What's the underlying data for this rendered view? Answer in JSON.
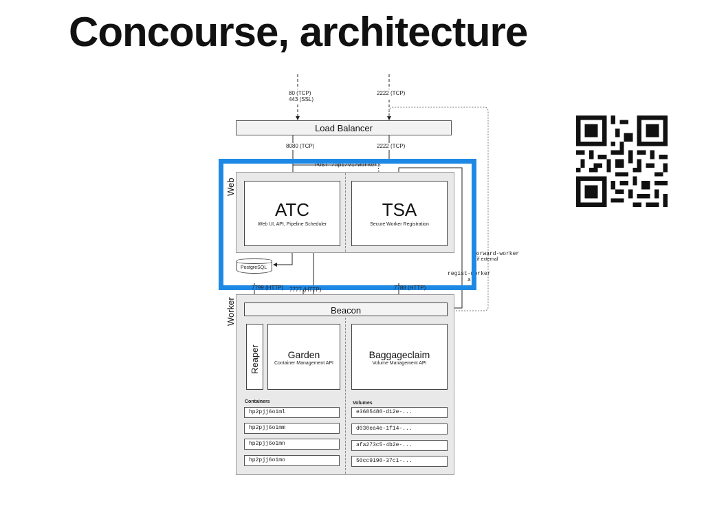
{
  "title": "Concourse, architecture",
  "ports": {
    "top_left": "80 (TCP)",
    "top_left2": "443 (SSL)",
    "top_right": "2222 (TCP)",
    "lb_left": "8080 (TCP)",
    "lb_right": "2222 (TCP)",
    "w_7799": "7799 (HTTP)",
    "w_7777": "7777 (HTTP)",
    "w_7788": "7788 (HTTP)"
  },
  "load_balancer": "Load Balancer",
  "post_label": "POST /api/v1/workers",
  "web": {
    "label": "Web",
    "atc": {
      "name": "ATC",
      "sub": "Web UI, API, Pipeline Scheduler"
    },
    "tsa": {
      "name": "TSA",
      "sub": "Secure Worker Registration"
    },
    "db": "PostgreSQL"
  },
  "side": {
    "forward": "forward-worker",
    "if_external": "if external",
    "register_a": "regist",
    "register_b": "-worker",
    "register_c": "al"
  },
  "worker": {
    "label": "Worker",
    "beacon": "Beacon",
    "reaper": "Reaper",
    "garden": {
      "name": "Garden",
      "sub": "Container Management API"
    },
    "baggageclaim": {
      "name": "Baggageclaim",
      "sub": "Volume Management API"
    },
    "containers_label": "Containers",
    "volumes_label": "Volumes",
    "containers": [
      "hp2pjj6o1ml",
      "hp2pjj6o1mm",
      "hp2pjj6o1mn",
      "hp2pjj6o1mo"
    ],
    "volumes": [
      "e3605480-d12e-...",
      "d030ea4e-1f14-...",
      "afa273c5-4b2e-...",
      "50cc9190-37c1-..."
    ]
  },
  "colors": {
    "highlight": "#1e88e5",
    "panel": "#e9e9e9"
  },
  "qr_icon": "qr-code-icon"
}
